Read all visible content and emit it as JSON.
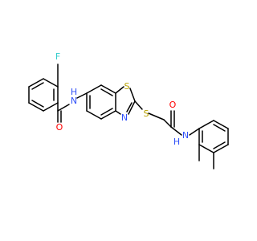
{
  "atoms": {
    "F": {
      "label": "F",
      "color": "#33cccc"
    },
    "O1": {
      "label": "O",
      "color": "#ff0000"
    },
    "N1": {
      "label": "N",
      "color": "#3050f8"
    },
    "H1": {
      "label": "H",
      "color": "#3050f8"
    },
    "S1": {
      "label": "S",
      "color": "#b8a100"
    },
    "N2": {
      "label": "N",
      "color": "#3050f8"
    },
    "S2": {
      "label": "S",
      "color": "#b8a100"
    },
    "O2": {
      "label": "O",
      "color": "#ff0000"
    },
    "N3": {
      "label": "N",
      "color": "#3050f8"
    },
    "H3": {
      "label": "H",
      "color": "#3050f8"
    }
  }
}
